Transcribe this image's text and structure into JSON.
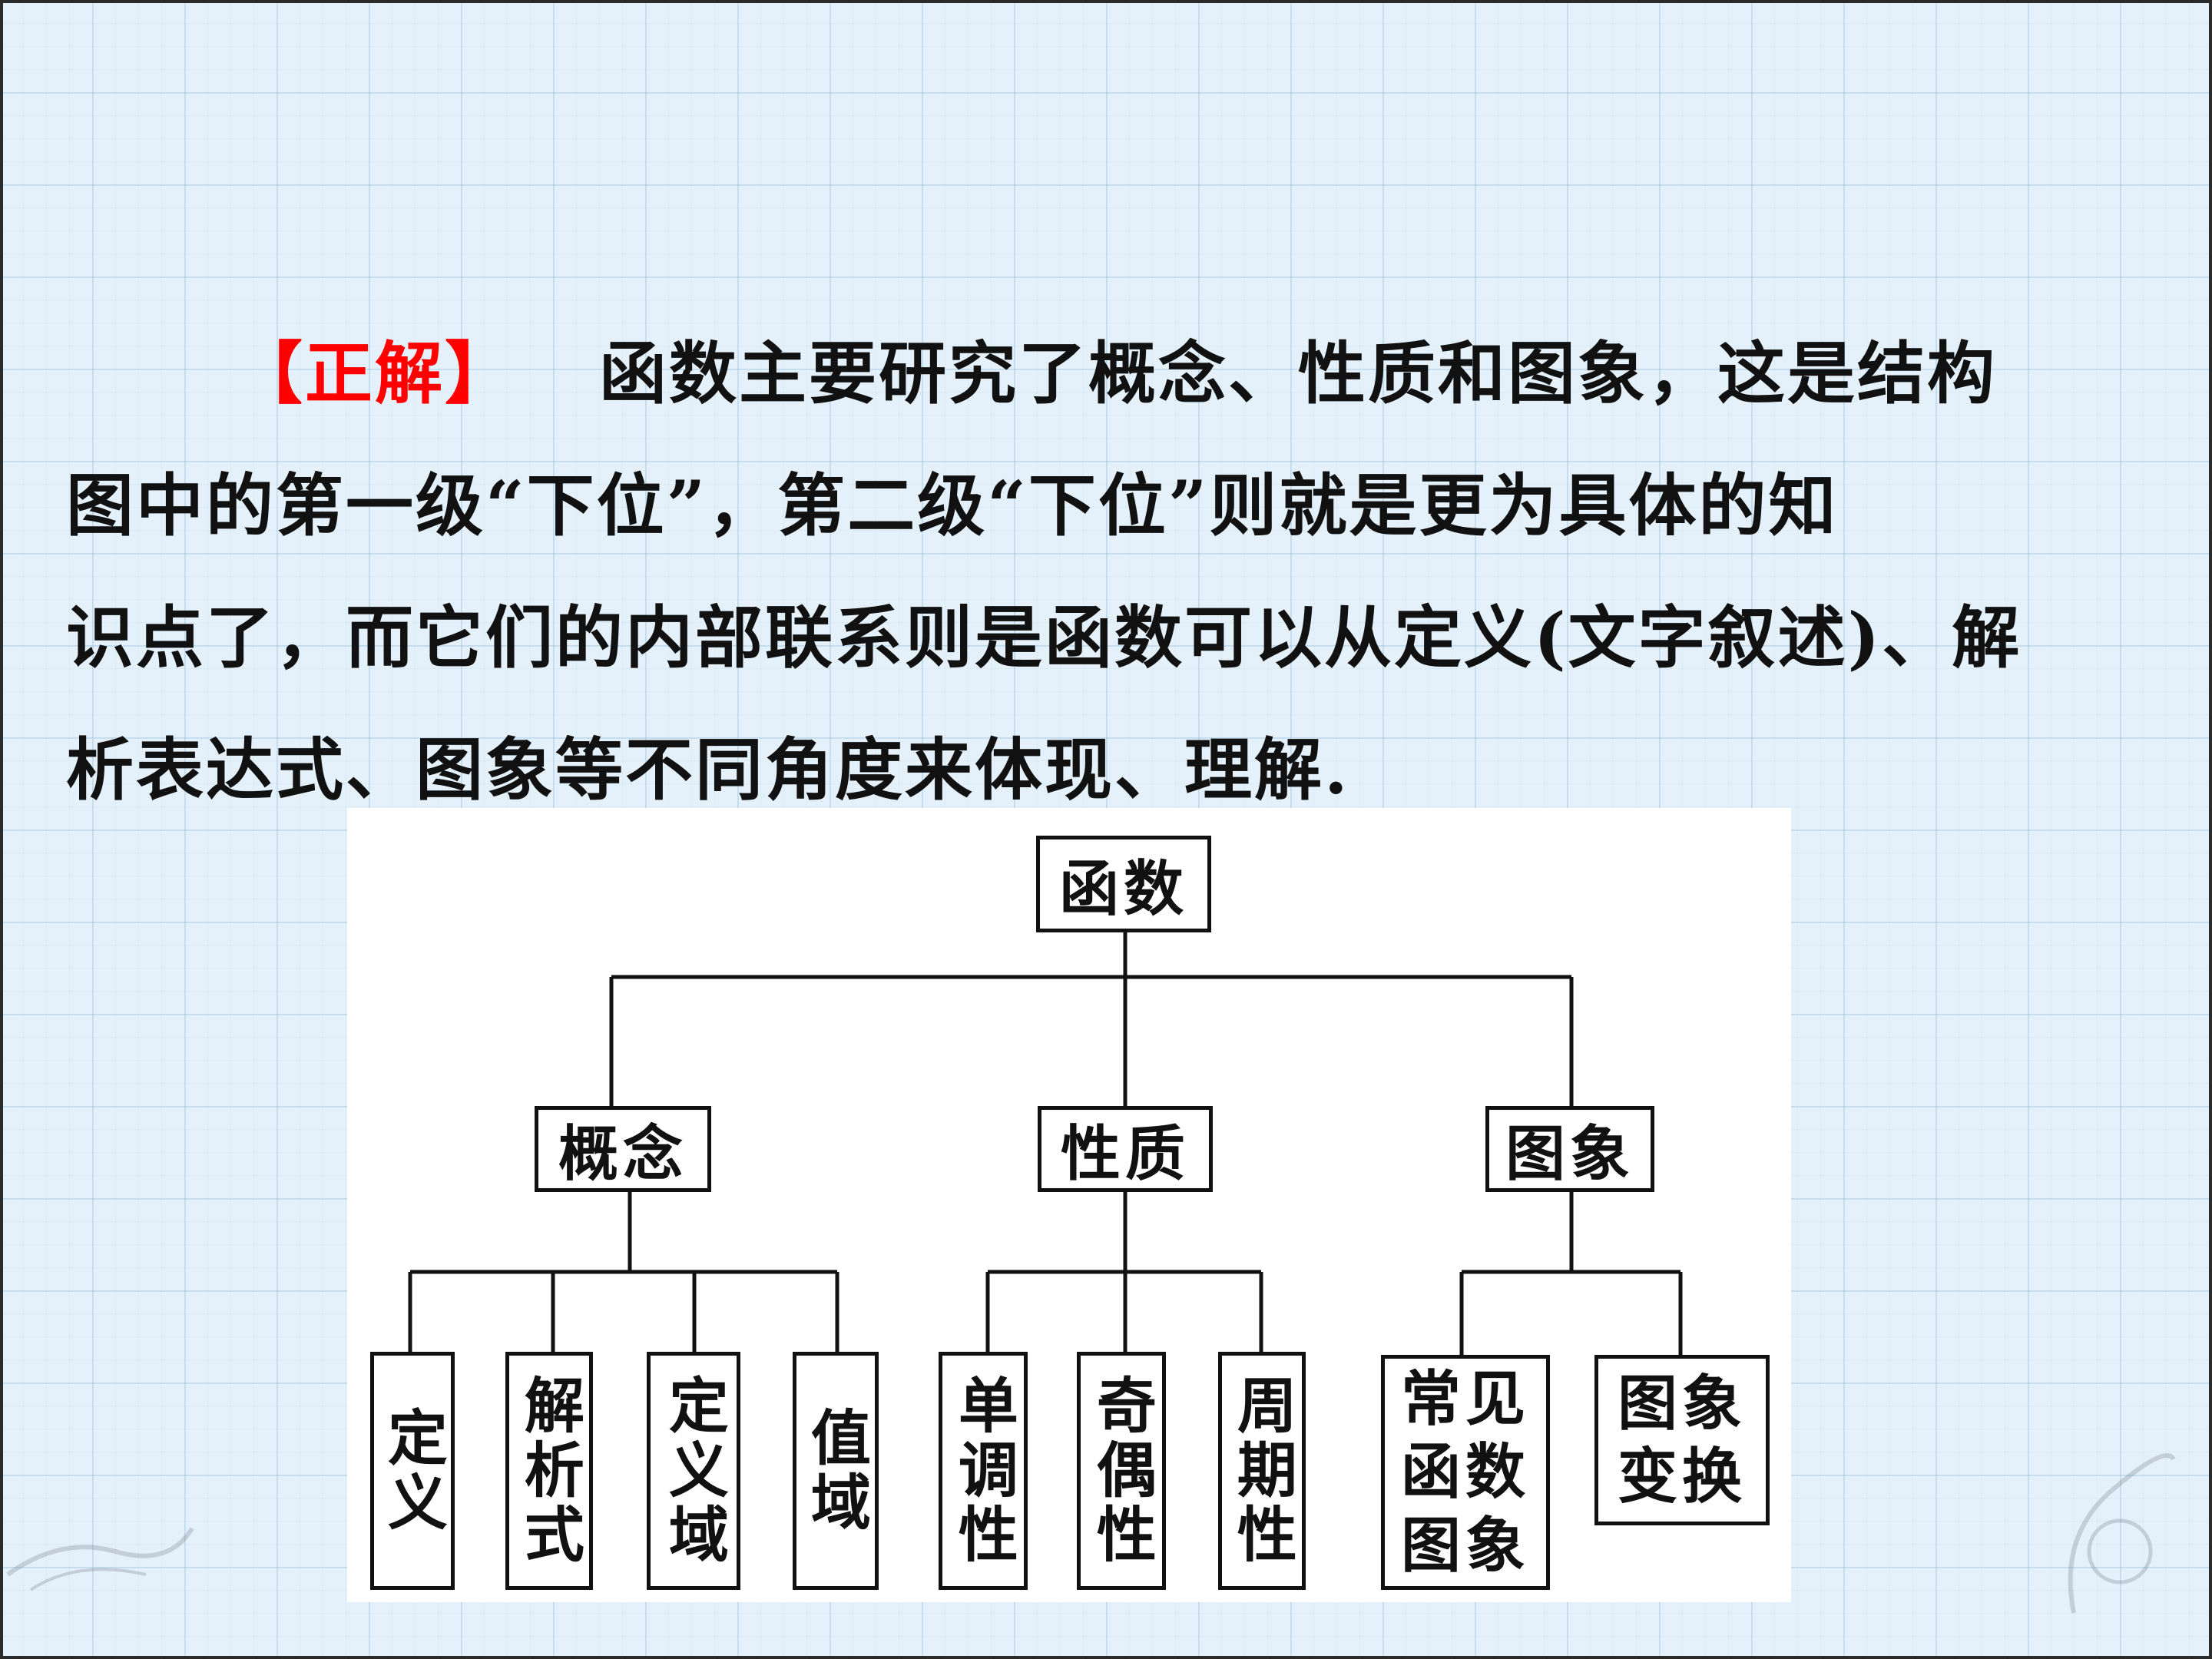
{
  "text": {
    "tag": "【正解】",
    "line1": "函数主要研究了概念、性质和图象，这是结构",
    "line2": "图中的第一级“下位”，第二级“下位”则就是更为具体的知",
    "line3": "识点了，而它们的内部联系则是函数可以从定义(文字叙述)、解",
    "line4": "析表达式、图象等不同角度来体现、理解."
  },
  "diagram": {
    "root": "函数",
    "level1": [
      "概念",
      "性质",
      "图象"
    ],
    "concept_children": [
      "定义",
      "解析式",
      "定义域",
      "值域"
    ],
    "property_children": [
      "单调性",
      "奇偶性",
      "周期性"
    ],
    "graph_children": [
      "常见\n函数\n图象",
      "图象\n变换"
    ]
  },
  "colors": {
    "accent": "#ff0000",
    "text": "#111111",
    "background": "#e4f1fa"
  }
}
